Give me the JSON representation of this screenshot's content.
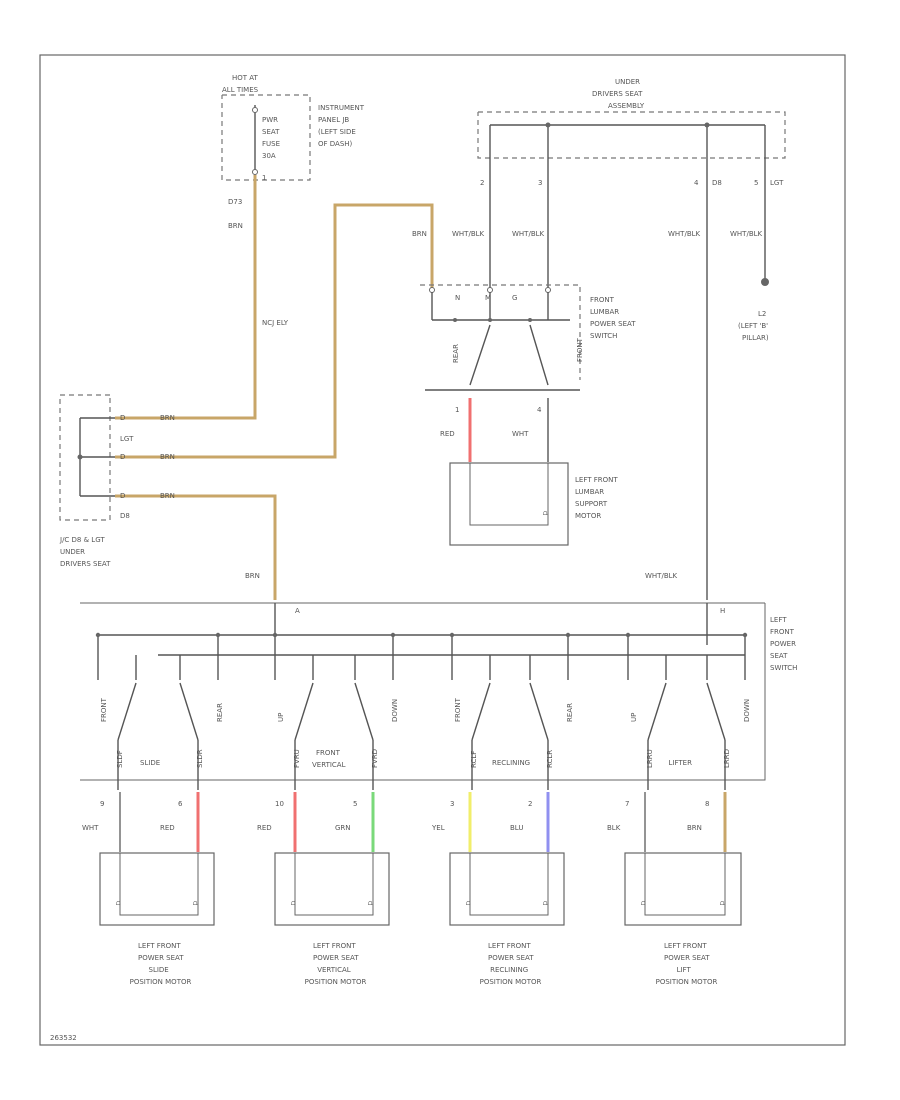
{
  "colors": {
    "brn": "#c8a668",
    "red": "#f07070",
    "grn": "#7ad97a",
    "yel": "#f1ee6a",
    "blu": "#9090f0",
    "wire": "#555555"
  },
  "fuse_block": {
    "title_lines": [
      "HOT AT",
      "ALL TIMES"
    ],
    "fuse_lines": [
      "PWR",
      "SEAT",
      "FUSE",
      "30A"
    ],
    "location_lines": [
      "INSTRUMENT",
      "PANEL JB",
      "(LEFT SIDE",
      "OF DASH)"
    ],
    "pin": "1",
    "circuit": "D73",
    "wire_color": "BRN"
  },
  "splice": {
    "label": "NCJ ELY"
  },
  "ground_connector": {
    "title_lines": [
      "UNDER",
      "DRIVERS SEAT"
    ],
    "name": "ASSEMBLY",
    "pins": [
      "2",
      "3",
      "4",
      "5"
    ],
    "pin4_color": "D8",
    "pin5_color": "LGT",
    "wires": [
      "WHT/BLK",
      "WHT/BLK",
      "WHT/BLK",
      "WHT/BLK"
    ],
    "ground": {
      "name_lines": [
        "L2",
        "(LEFT 'B'",
        "PILLAR)"
      ]
    }
  },
  "lumbar_switch": {
    "name_lines": [
      "FRONT",
      "LUMBAR",
      "POWER SEAT",
      "SWITCH"
    ],
    "feed_wire": "BRN",
    "pins": [
      "N",
      "M",
      "G"
    ],
    "contacts": [
      "REAR",
      "FRONT"
    ],
    "out_pins": [
      "1",
      "4"
    ],
    "out_wires": [
      "RED",
      "WHT"
    ]
  },
  "lumbar_motor": {
    "name_lines": [
      "LEFT FRONT",
      "LUMBAR",
      "SUPPORT",
      "MOTOR"
    ]
  },
  "junction": {
    "pins": [
      "D",
      "LGT",
      "D8"
    ],
    "wire_colors": [
      "BRN",
      "BRN",
      "BRN"
    ],
    "name_lines": [
      "J/C D8 & LGT",
      "UNDER",
      "DRIVERS SEAT"
    ]
  },
  "seat_switch": {
    "feed_wire": "BRN",
    "ground_wire": "WHT/BLK",
    "pin_left": "A",
    "pin_right": "H",
    "name_lines": [
      "LEFT",
      "FRONT",
      "POWER",
      "SEAT",
      "SWITCH"
    ],
    "groups": [
      {
        "name": "SLIDE",
        "contacts": [
          "FRONT",
          "REAR"
        ],
        "sub": [
          "SLDF",
          "SLDR"
        ]
      },
      {
        "name_lines": [
          "FRONT",
          "VERTICAL"
        ],
        "contacts": [
          "UP",
          "DOWN"
        ],
        "sub": [
          "FVRU",
          "FVRD"
        ]
      },
      {
        "name": "RECLINING",
        "contacts": [
          "FRONT",
          "REAR"
        ],
        "sub": [
          "RCLF",
          "RCLR"
        ]
      },
      {
        "name": "LIFTER",
        "contacts": [
          "UP",
          "DOWN"
        ],
        "sub": [
          "LRRU",
          "LRRD"
        ]
      }
    ]
  },
  "motors": [
    {
      "pins": [
        "9",
        "6"
      ],
      "wires": [
        "WHT",
        "RED"
      ],
      "name_lines": [
        "LEFT FRONT",
        "POWER SEAT",
        "SLIDE",
        "POSITION MOTOR"
      ]
    },
    {
      "pins": [
        "10",
        "5"
      ],
      "wires": [
        "RED",
        "GRN"
      ],
      "name_lines": [
        "LEFT FRONT",
        "POWER SEAT",
        "VERTICAL",
        "POSITION MOTOR"
      ]
    },
    {
      "pins": [
        "3",
        "2"
      ],
      "wires": [
        "YEL",
        "BLU"
      ],
      "name_lines": [
        "LEFT FRONT",
        "POWER SEAT",
        "RECLINING",
        "POSITION MOTOR"
      ]
    },
    {
      "pins": [
        "7",
        "8"
      ],
      "wires": [
        "BLK",
        "BRN"
      ],
      "name_lines": [
        "LEFT FRONT",
        "POWER SEAT",
        "LIFT",
        "POSITION MOTOR"
      ]
    }
  ],
  "footer_id": "263532"
}
